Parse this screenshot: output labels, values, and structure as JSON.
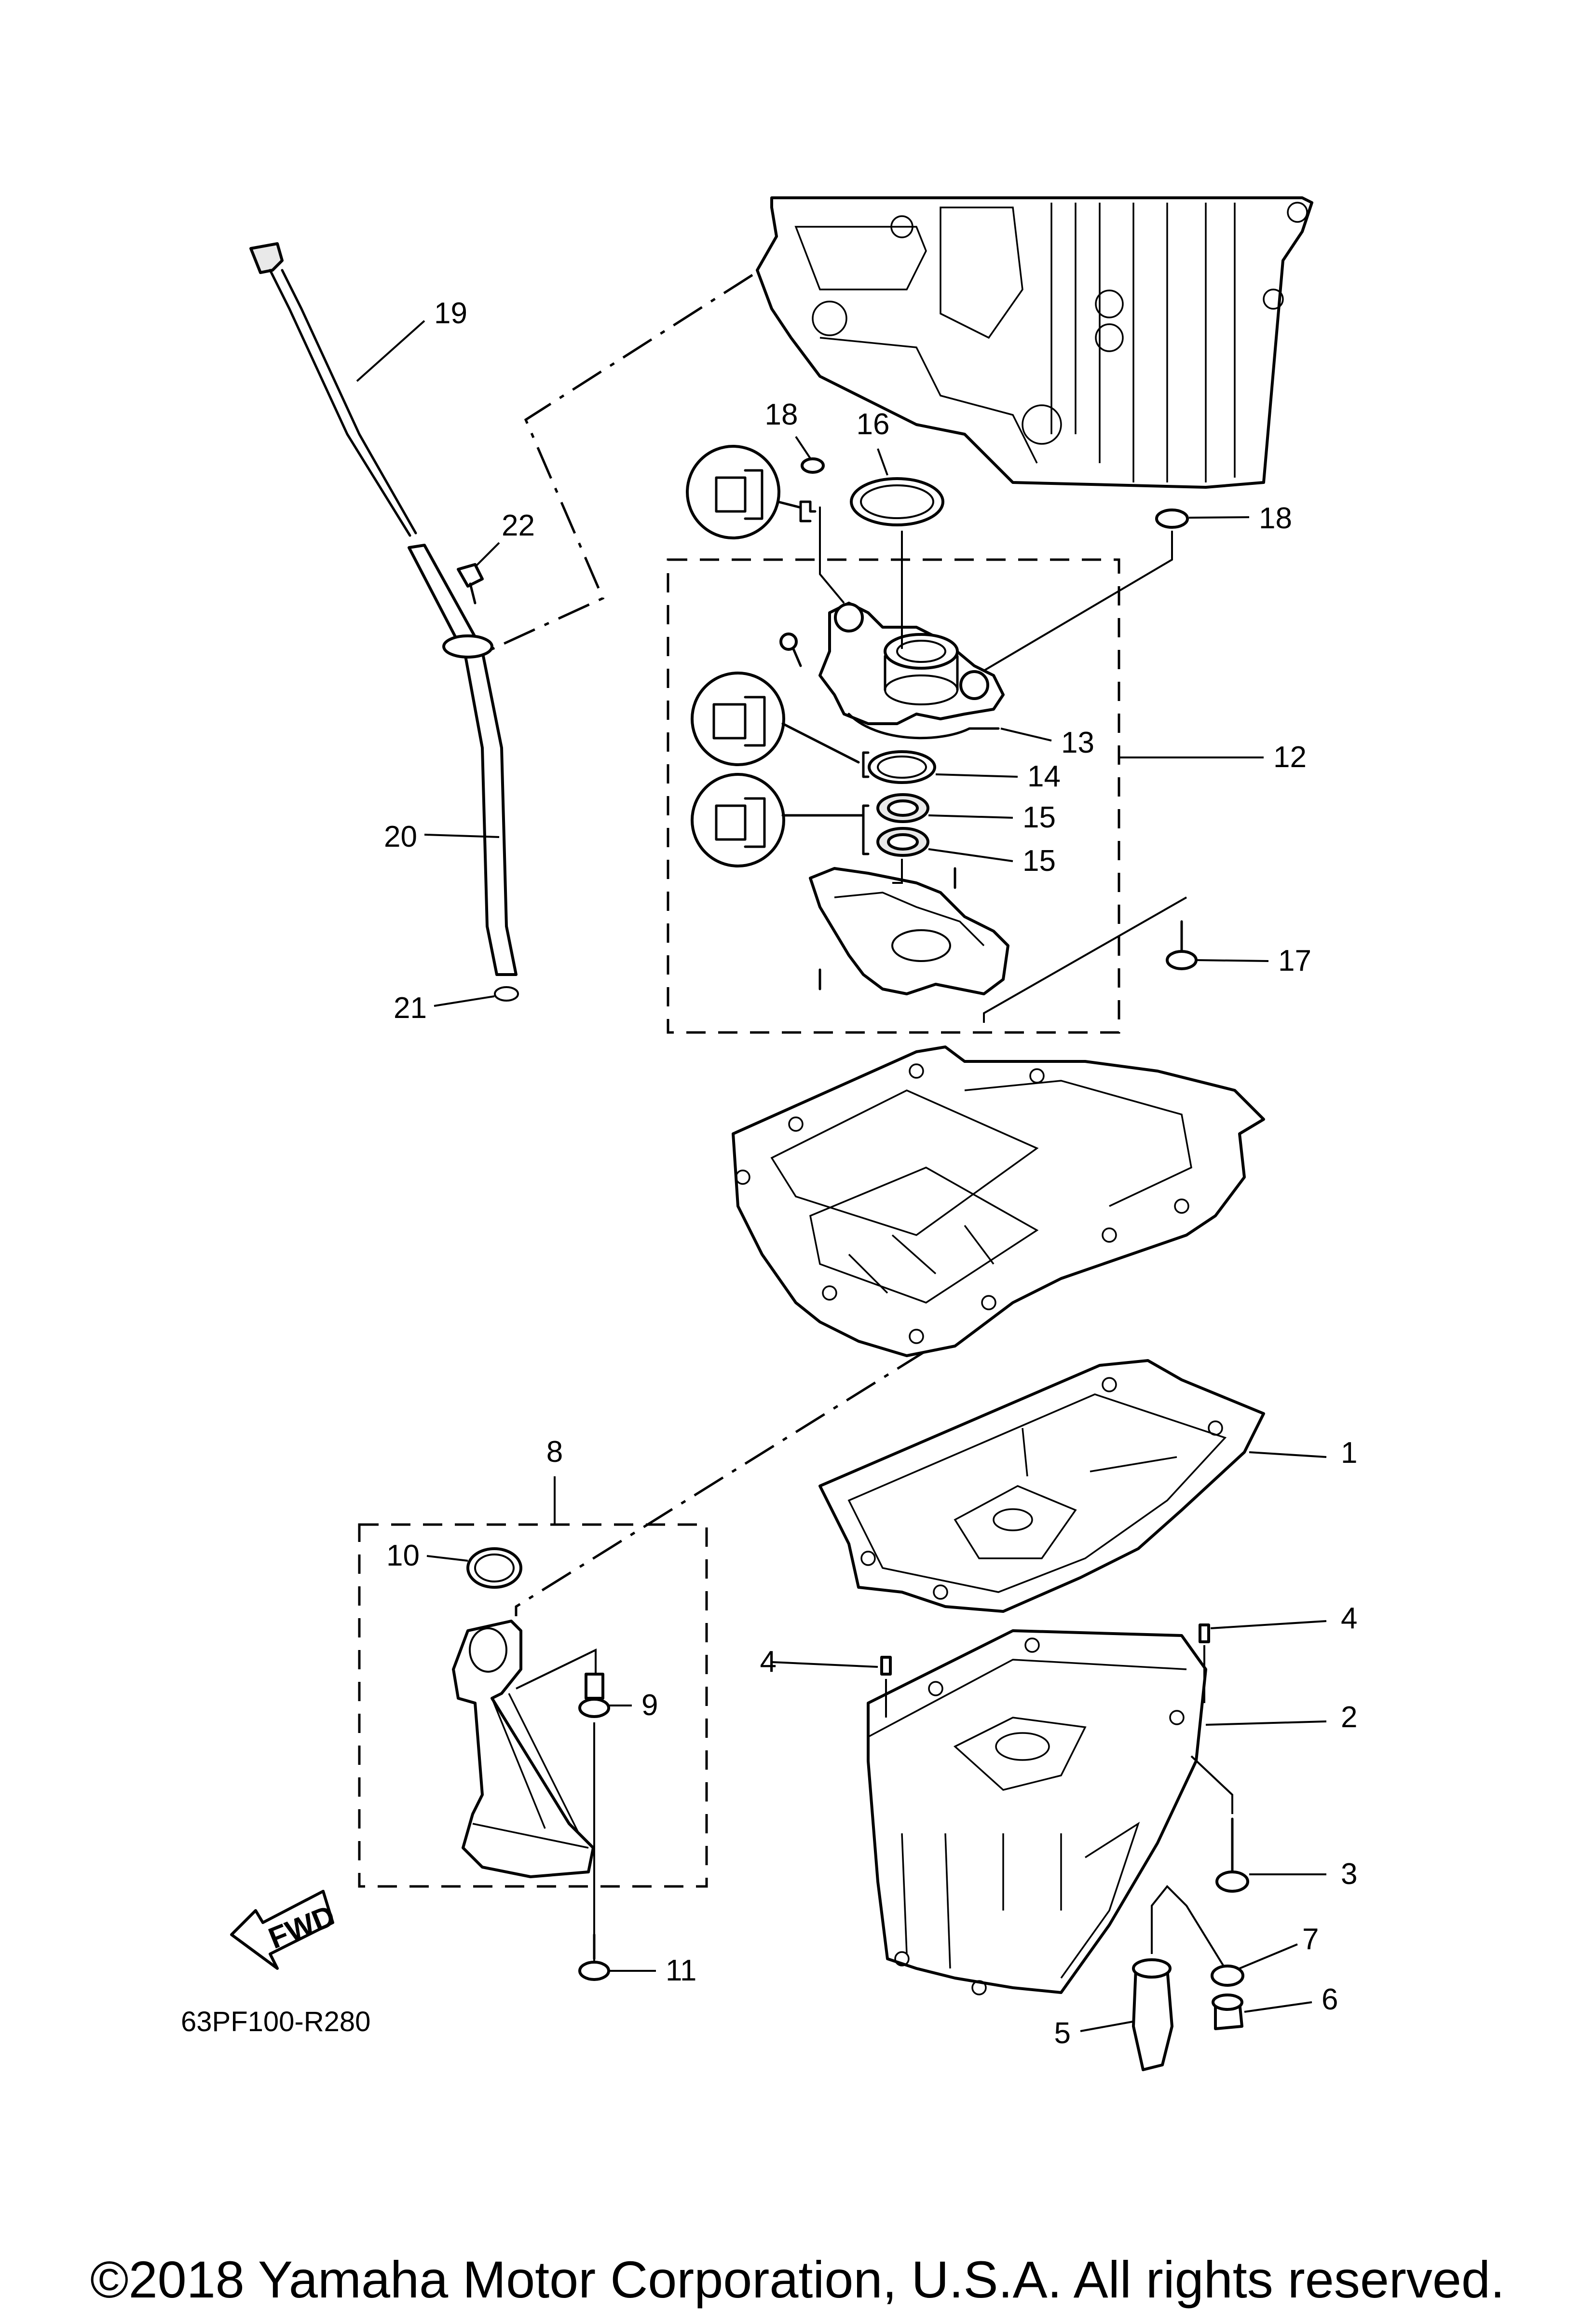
{
  "diagram": {
    "callouts": [
      "1",
      "2",
      "3",
      "4",
      "4",
      "5",
      "6",
      "7",
      "8",
      "9",
      "10",
      "11",
      "12",
      "13",
      "14",
      "15",
      "15",
      "16",
      "17",
      "18",
      "18",
      "19",
      "20",
      "21",
      "22"
    ],
    "fwd_label": "FWD",
    "drawing_code": "63PF100-R280"
  },
  "footer": {
    "copyright": "©2018 Yamaha Motor Corporation, U.S.A. All rights reserved."
  }
}
